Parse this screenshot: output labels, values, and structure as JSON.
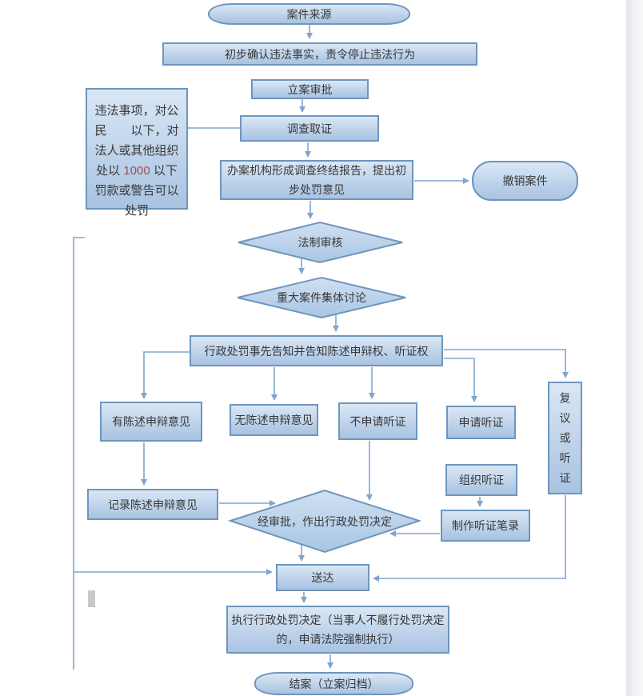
{
  "nodes": {
    "case_source": "案件来源",
    "initial_confirm": "初步确认违法事实，责令停止违法行为",
    "case_approval": "立案审批",
    "illegal_note_prefix": "违法事项，对公民　　以下，对法人或其他组织处以 ",
    "illegal_note_number": "1000",
    "illegal_note_suffix": " 以下罚款或警告可以处罚",
    "investigation": "调查取证",
    "report": "办案机构形成调查终结报告，提出初步处罚意见",
    "withdraw": "撤销案件",
    "legal_review": "法制审核",
    "major_case": "重大案件集体讨论",
    "notify": "行政处罚事先告知并告知陈述申辩权、听证权",
    "has_statement": "有陈述申辩意见",
    "no_statement": "无陈述申辩意见",
    "no_hearing": "不申请听证",
    "apply_hearing": "申请听证",
    "review_or_hearing": "复议或听证",
    "record_statement": "记录陈述申辩意见",
    "organize_hearing": "组织听证",
    "decision": "经审批，作出行政处罚决定",
    "transcript": "制作听证笔录",
    "delivery": "送达",
    "execute": "执行行政处罚决定（当事人不履行处罚决定的，申请法院强制执行）",
    "close_case": "结案（立案归档）"
  },
  "colors": {
    "shape_fill_top": "#dae7f5",
    "shape_fill_bottom": "#a9c3e1",
    "shape_border": "#6e96bd",
    "connector": "#7ea6ce",
    "text": "#383838",
    "note_number": "#9c5050"
  }
}
